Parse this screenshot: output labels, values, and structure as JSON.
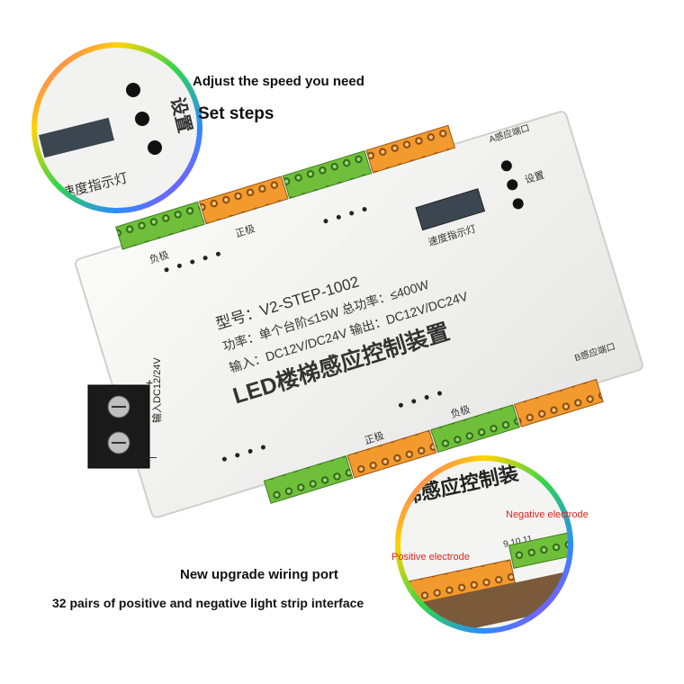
{
  "captions": {
    "adjust_speed": "Adjust the speed you need",
    "set_steps": "Set steps",
    "new_port": "New upgrade wiring port",
    "pairs": "32 pairs of positive and negative light strip interface"
  },
  "callouts": {
    "negative": "Negative electrode",
    "positive": "Positive electrode"
  },
  "device": {
    "model_line": "型号：V2-STEP-1002",
    "power_line": "功率：单个台阶≤15W 总功率：≤400W",
    "input_output_line": "输入：DC12V/DC24V  输出：DC12V/DC24V",
    "product_name": "LED楼梯感应控制装置",
    "speed_indicator": "速度指示灯",
    "setting": "设置",
    "positive_pole": "正极",
    "negative_pole": "负极",
    "input_label": "输入DC12/24V",
    "a_sensor": "A感应端口",
    "b_sensor": "B感应端口",
    "plus": "+",
    "minus": "—"
  },
  "zoom_top": {
    "speed_indicator": "速度指示灯",
    "setting": "设置"
  },
  "zoom_bottom": {
    "title_fragment": "梯感应控制装",
    "numbers": "9 10 11"
  },
  "colors": {
    "terminal_green": "#6fbf3a",
    "terminal_orange": "#f29a2e",
    "callout_red": "#e0221c",
    "board": "#f4f4f2"
  }
}
